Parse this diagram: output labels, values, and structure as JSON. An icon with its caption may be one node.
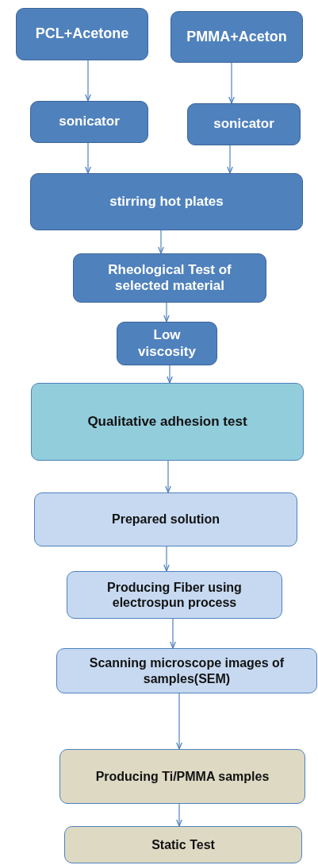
{
  "diagram": {
    "nodes": [
      {
        "text": [
          "PCL+Acetone"
        ]
      },
      {
        "text": [
          "PMMA+Aceton"
        ]
      },
      {
        "text": [
          "sonicator"
        ]
      },
      {
        "text": [
          "sonicator"
        ]
      },
      {
        "text": [
          "stirring hot plates"
        ]
      },
      {
        "text": [
          "Rheological Test of selected material"
        ]
      },
      {
        "text": [
          "Low viscosity"
        ]
      },
      {
        "text": [
          "Qualitative adhesion test"
        ]
      },
      {
        "text": [
          "Prepared solution"
        ]
      },
      {
        "text": [
          "Producing Fiber using electrospun process"
        ]
      },
      {
        "text": [
          "Scanning microscope images of samples(SEM)"
        ]
      },
      {
        "text": [
          "Producing Ti/PMMA samples"
        ]
      },
      {
        "text": [
          "Static Test"
        ]
      }
    ],
    "edges": [
      {
        "from": 0,
        "to": 2,
        "arrow": "to"
      },
      {
        "from": 1,
        "to": 3,
        "arrow": "to"
      },
      {
        "from": 2,
        "to": 4,
        "arrow": "to"
      },
      {
        "from": 3,
        "to": 4,
        "arrow": "to"
      },
      {
        "from": 4,
        "to": 5,
        "arrow": "to"
      },
      {
        "from": 5,
        "to": 6,
        "arrow": "to"
      },
      {
        "from": 6,
        "to": 7,
        "arrow": "to"
      },
      {
        "from": 7,
        "to": 8,
        "arrow": "to"
      },
      {
        "from": 8,
        "to": 9,
        "arrow": "to"
      },
      {
        "from": 9,
        "to": 10,
        "arrow": "to"
      },
      {
        "from": 10,
        "to": 11,
        "arrow": "to"
      },
      {
        "from": 11,
        "to": 12,
        "arrow": "to"
      }
    ]
  }
}
